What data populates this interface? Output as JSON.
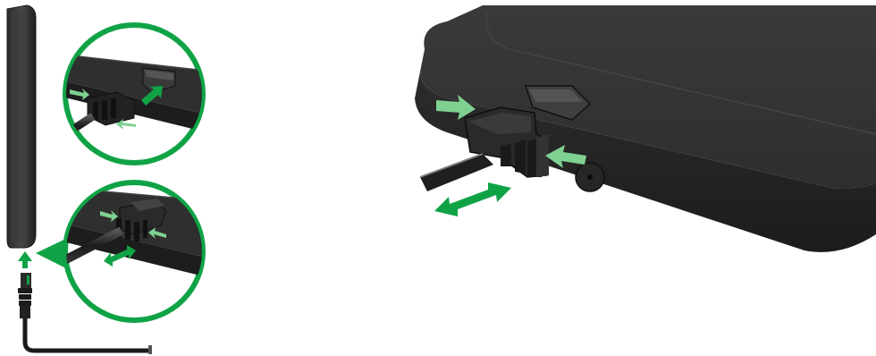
{
  "illustration": {
    "subject": "power-connector-installation",
    "colors": {
      "accent": "#10a346",
      "arrow_light": "#7fd191",
      "device_dark": "#2b2b2b",
      "device_mid": "#3c3c3c",
      "device_top": "#333333",
      "cable": "#1a1a1a",
      "background": "#ffffff"
    },
    "icons": [
      "push-arrow-icon",
      "slide-double-arrow-icon",
      "insert-arrow-icon"
    ],
    "panels": [
      "side-view",
      "detail-release-clip",
      "detail-insert-plug",
      "main-perspective-view"
    ]
  }
}
